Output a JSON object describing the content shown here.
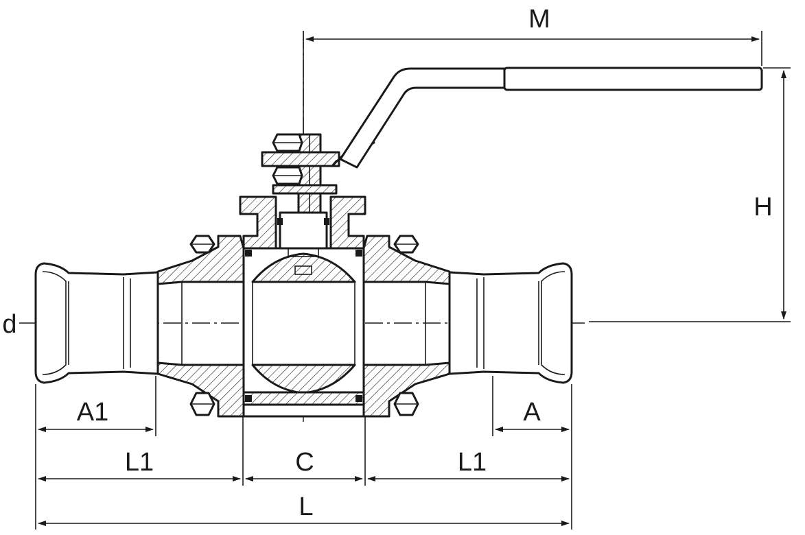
{
  "labels": {
    "M": "M",
    "H": "H",
    "d": "d",
    "A1": "A1",
    "A": "A",
    "L1_left": "L1",
    "C": "C",
    "L1_right": "L1",
    "L": "L"
  },
  "colors": {
    "line": "#1a1a1a",
    "hatch": "#1a1a1a",
    "background": "#ffffff"
  }
}
